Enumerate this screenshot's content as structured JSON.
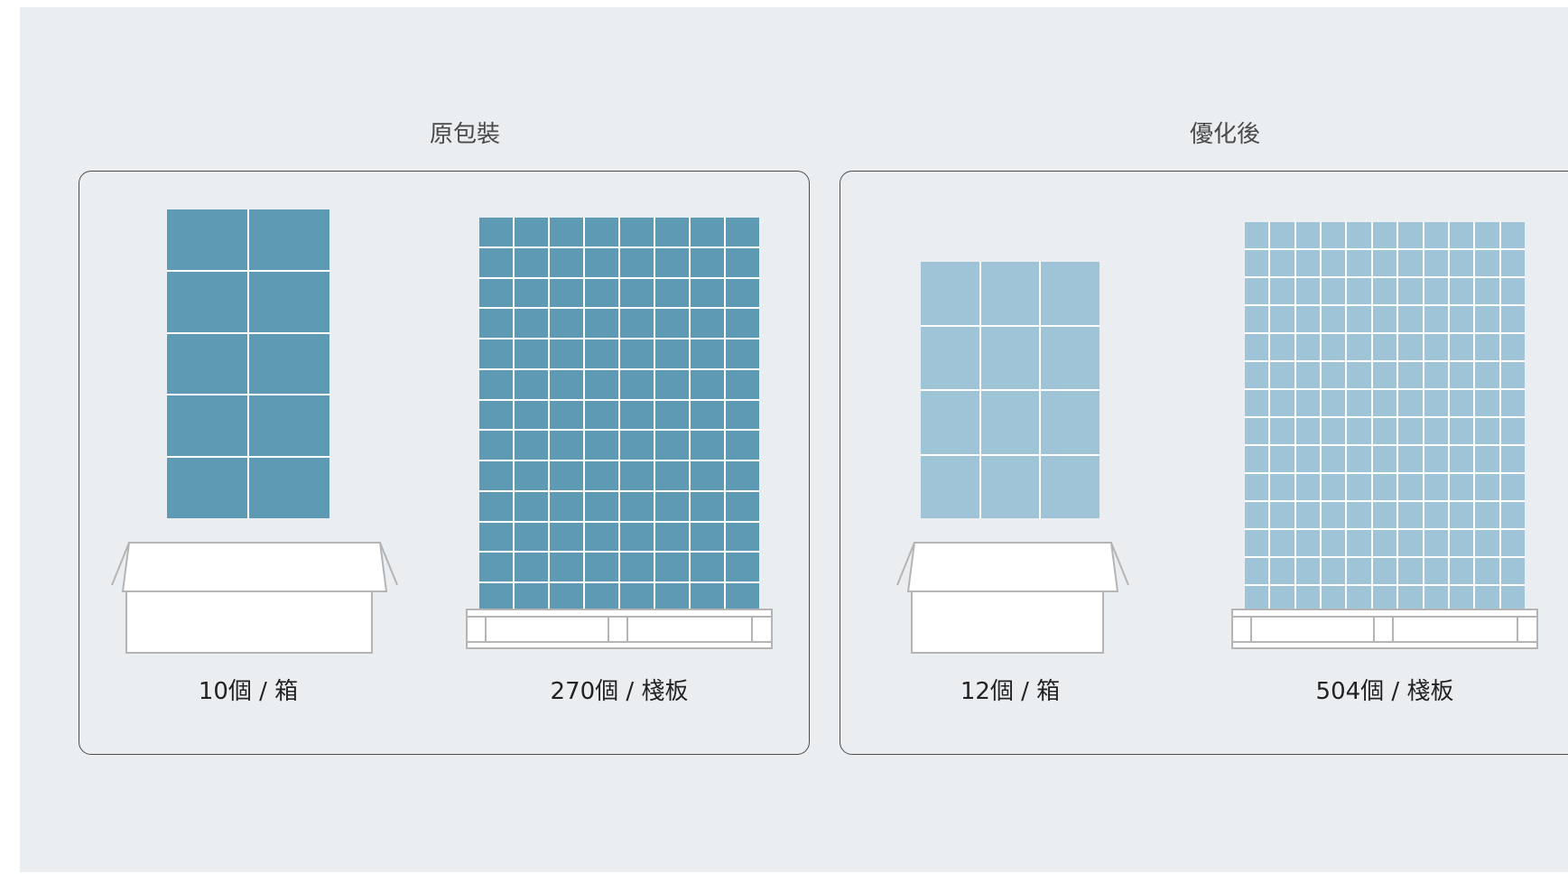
{
  "colors": {
    "original_cell": "#5f9ab5",
    "optimized_cell": "#a0c4d7",
    "background": "#eaeef1",
    "outline": "#b4b4b4",
    "panel_border": "#4d4d4d"
  },
  "original": {
    "title": "原包裝",
    "box_grid": {
      "cols": 2,
      "rows": 5,
      "caption": "10個 / 箱"
    },
    "pallet_grid": {
      "cols": 8,
      "rows": 13,
      "caption": "270個 / 棧板"
    }
  },
  "optimized": {
    "title": "優化後",
    "box_grid": {
      "cols": 3,
      "rows": 4,
      "caption": "12個 / 箱"
    },
    "pallet_grid": {
      "cols": 11,
      "rows": 14,
      "caption": "504個 / 棧板"
    }
  }
}
